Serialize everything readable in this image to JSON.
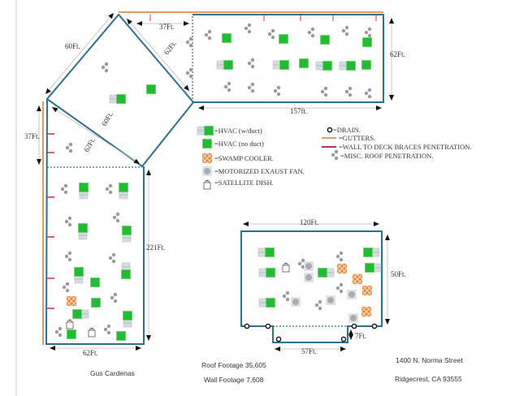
{
  "colors": {
    "wall": "#2f6f8f",
    "hvac": "#22bb33",
    "duct": "#d5dde2",
    "swamp": "#e8873a",
    "fan": "#a9adb0",
    "gutter": "#d9a066",
    "brace": "#c0305a"
  },
  "dimensions": {
    "top_37": "37Ft.",
    "diag_60_top": "60Ft.",
    "diag_62_top": "62Ft.",
    "diag_60_mid": "60Ft.",
    "diag_62_low": "62Ft.",
    "left_37": "37Ft.",
    "top_157": "157ft.",
    "top_62": "62Ft.",
    "tall_221": "221Ft.",
    "tall_62": "62Ft.",
    "bldg_120": "120Ft.",
    "bldg_50": "50Ft.",
    "bldg_7": "7Ft.",
    "bldg_57": "57Ft."
  },
  "legend": {
    "hvac_duct": "=HVAC (w/duct)",
    "hvac_noduct": "=HVAC (no duct)",
    "swamp": "=SWAMP COOLER.",
    "fan": "=MOTORIZED EXAUST FAN.",
    "satellite": "=SATELLITE DISH.",
    "drain": "=DRAIN.",
    "gutters": "=GUTTERS.",
    "braces": "=WALL TO DECK BRACES PENETRATION.",
    "misc": "=MISC. ROOF PENETRATION."
  },
  "info": {
    "author": "Gus Cardenas",
    "roof_footage": "Roof Footage  35,605",
    "wall_footage": "Wall Footage  7,608",
    "address_line1": "1400 N. Norma Street",
    "address_line2": "Ridgecrest, CA 93555"
  }
}
